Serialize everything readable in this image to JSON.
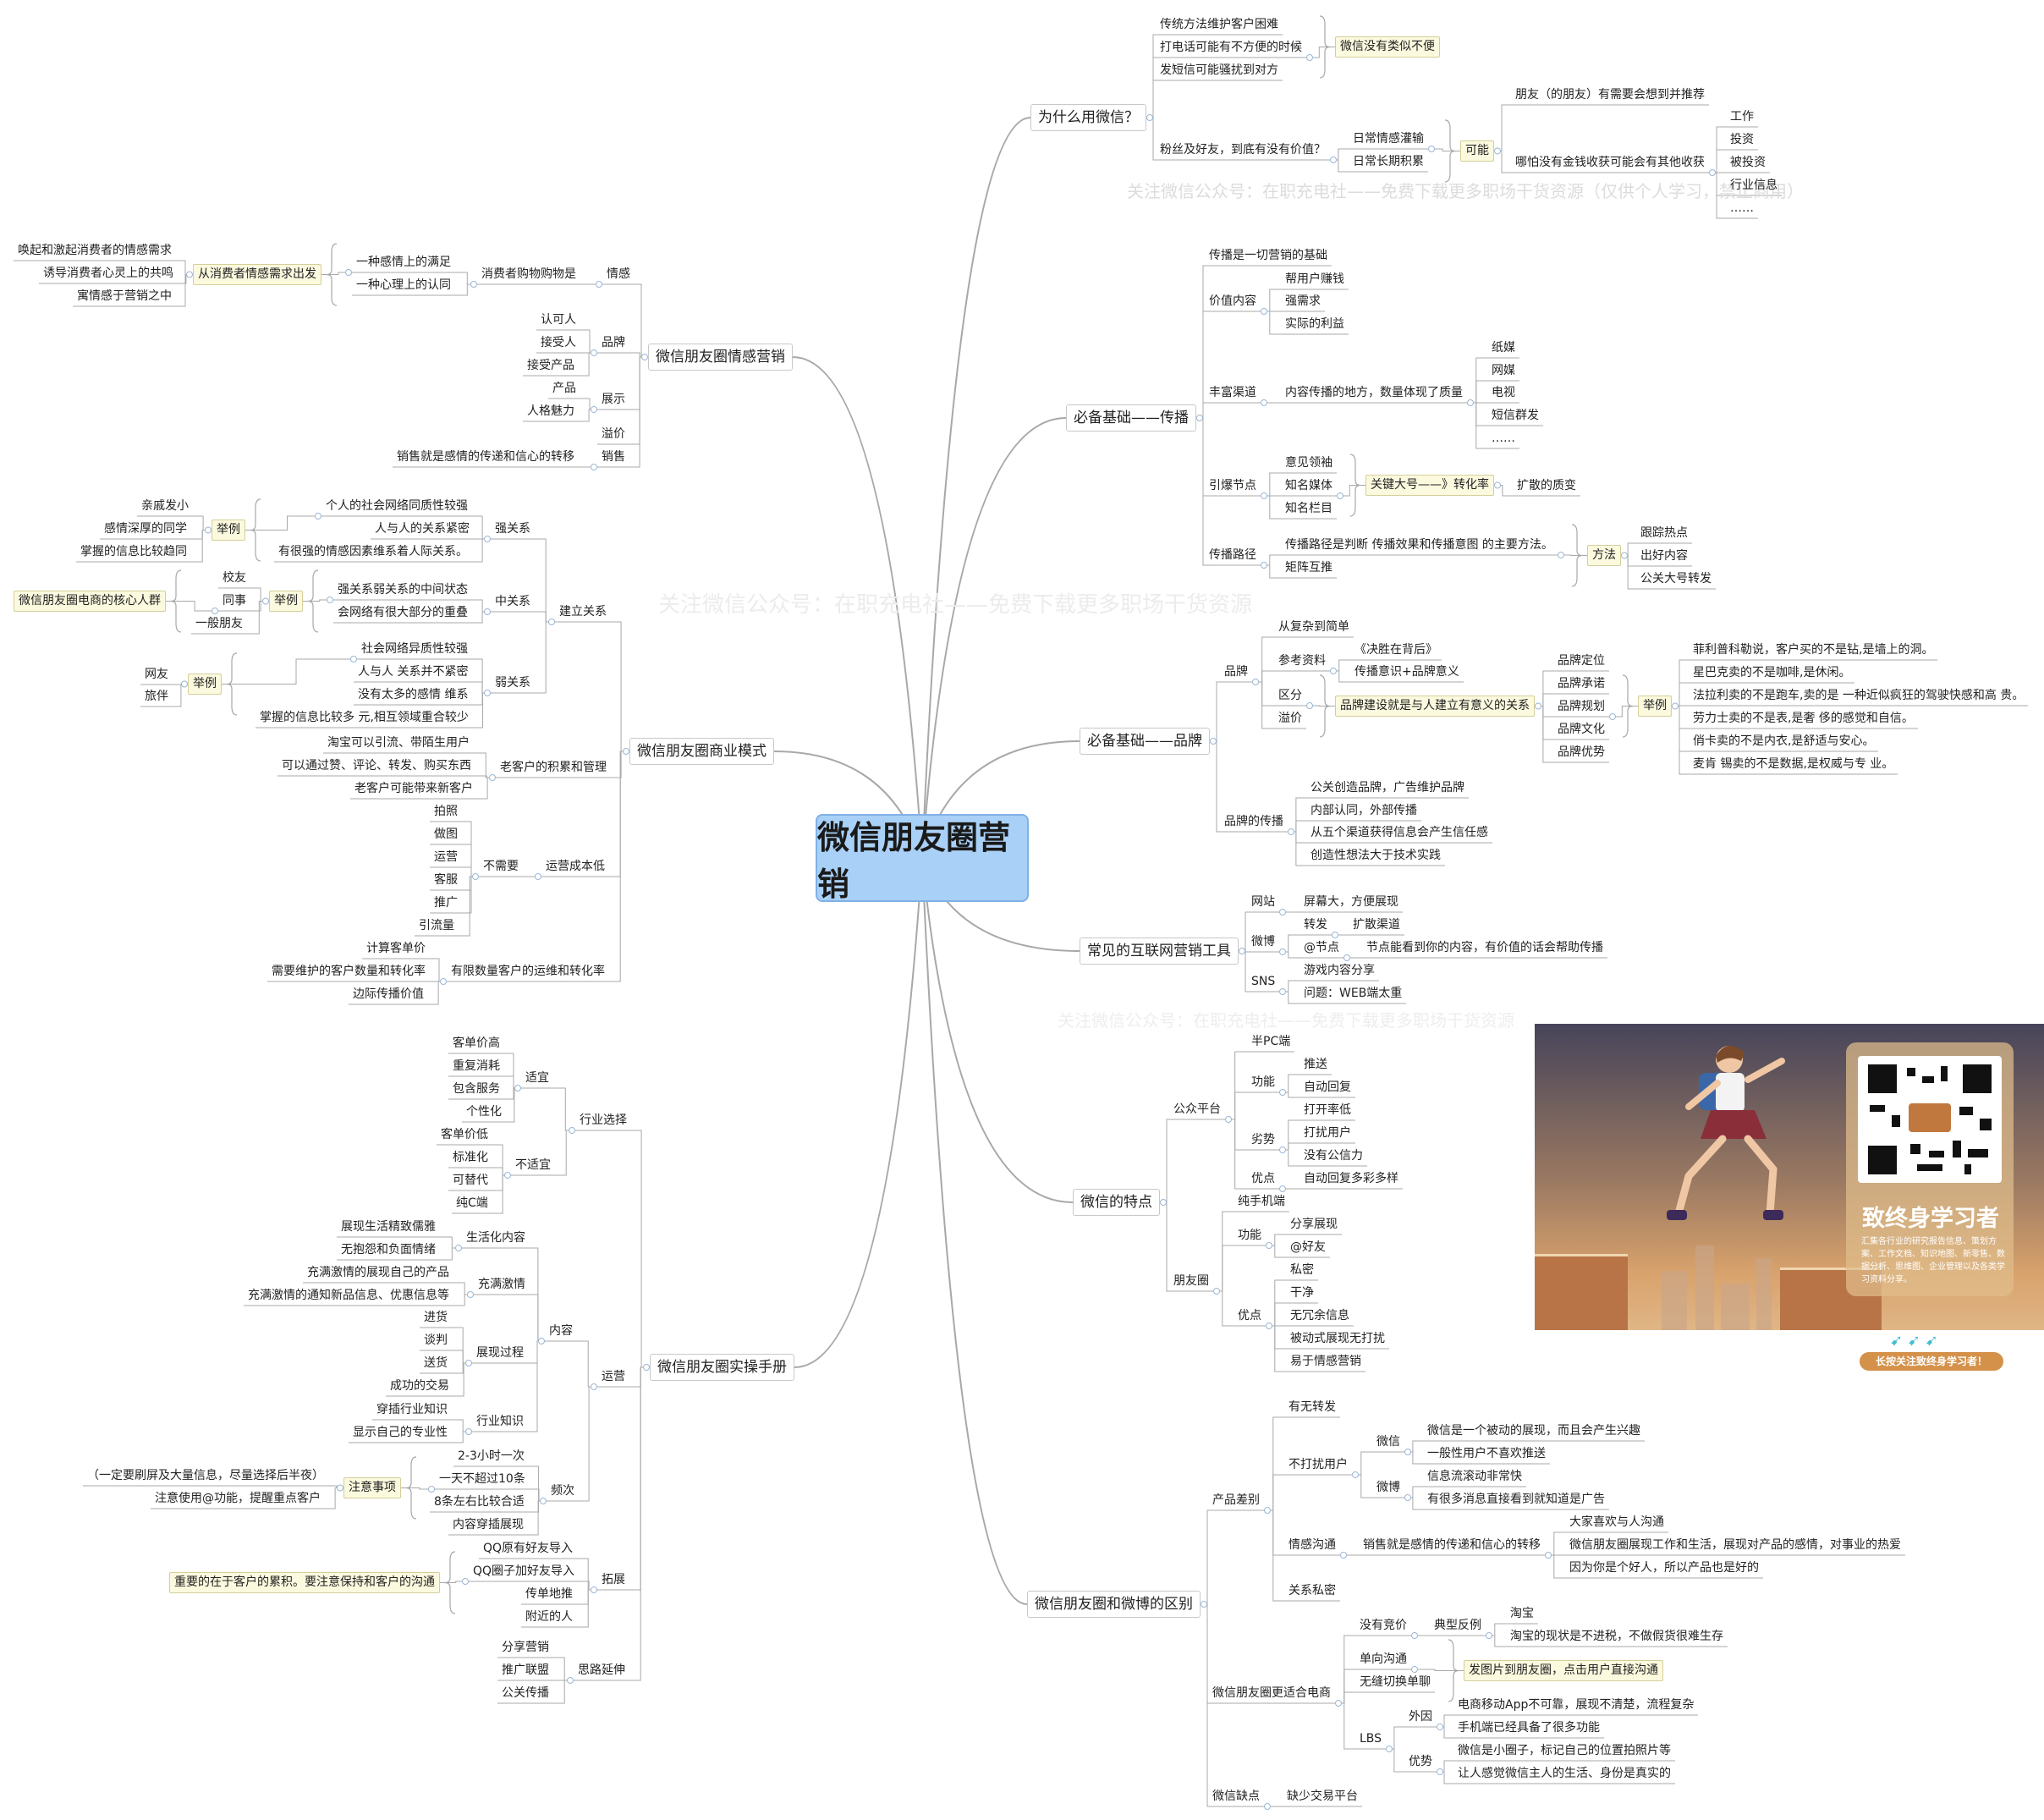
{
  "root": "微信朋友圈营销",
  "watermarks": [
    "关注微信公众号：在职充电社——免费下载更多职场干货资源（仅供个人学习，禁止商用）",
    "关注微信公众号：在职充电社——免费下载更多职场干货资源",
    "关注微信公众号：在职充电社——免费下载更多职场干货资源"
  ],
  "ad": {
    "title": "致终身学习者",
    "description": "汇集各行业的研究报告信息、策划方案、工作文档、知识地图、新零售、数据分析、思维图、企业管理以及各类学习资料分享。",
    "button": "长按关注致终身学习者！"
  },
  "colors": {
    "root_fill": "#a9d0f6",
    "summary_fill": "#fbf9de",
    "line": "#a8a8a8"
  },
  "nodes": [
    {
      "id": "r1",
      "text": "为什么用微信？"
    },
    {
      "id": "r1a",
      "text": "传统方法维护客户困难"
    },
    {
      "id": "r1b",
      "text": "打电话可能有不方便的时候"
    },
    {
      "id": "r1c",
      "text": "发短信可能骚扰到对方"
    },
    {
      "id": "s1",
      "text": "微信没有类似不便"
    },
    {
      "id": "r1d",
      "text": "粉丝及好友，到底有没有价值？"
    },
    {
      "id": "r1d1",
      "text": "日常情感灌输"
    },
    {
      "id": "r1d2",
      "text": "日常长期积累"
    },
    {
      "id": "s2",
      "text": "可能"
    },
    {
      "id": "r1e",
      "text": "朋友（的朋友）有需要会想到并推荐"
    },
    {
      "id": "r1f",
      "text": "哪怕没有金钱收获可能会有其他收获"
    },
    {
      "id": "r1f1",
      "text": "工作"
    },
    {
      "id": "r1f2",
      "text": "投资"
    },
    {
      "id": "r1f3",
      "text": "被投资"
    },
    {
      "id": "r1f4",
      "text": "行业信息"
    },
    {
      "id": "r1f5",
      "text": "……"
    },
    {
      "id": "r2",
      "text": "必备基础——传播"
    },
    {
      "id": "r2a",
      "text": "传播是一切营销的基础"
    },
    {
      "id": "r2b",
      "text": "价值内容"
    },
    {
      "id": "r2b1",
      "text": "帮用户赚钱"
    },
    {
      "id": "r2b2",
      "text": "强需求"
    },
    {
      "id": "r2b3",
      "text": "实际的利益"
    },
    {
      "id": "r2c",
      "text": "丰富渠道"
    },
    {
      "id": "r2c0",
      "text": "内容传播的地方，数量体现了质量"
    },
    {
      "id": "r2c1",
      "text": "纸媒"
    },
    {
      "id": "r2c2",
      "text": "网媒"
    },
    {
      "id": "r2c3",
      "text": "电视"
    },
    {
      "id": "r2c4",
      "text": "短信群发"
    },
    {
      "id": "r2c5",
      "text": "……"
    },
    {
      "id": "r2d",
      "text": "引爆节点"
    },
    {
      "id": "r2d1",
      "text": "意见领袖"
    },
    {
      "id": "r2d2",
      "text": "知名媒体"
    },
    {
      "id": "r2d3",
      "text": "知名栏目"
    },
    {
      "id": "s3",
      "text": "关键大号——》转化率"
    },
    {
      "id": "r2d4",
      "text": "扩散的质变"
    },
    {
      "id": "r2e",
      "text": "传播路径"
    },
    {
      "id": "r2e1",
      "text": "传播路径是判断 传播效果和传播意图 的主要方法。"
    },
    {
      "id": "r2e2",
      "text": "矩阵互推"
    },
    {
      "id": "s4",
      "text": "方法"
    },
    {
      "id": "r2e3",
      "text": "跟踪热点"
    },
    {
      "id": "r2e4",
      "text": "出好内容"
    },
    {
      "id": "r2e5",
      "text": "公关大号转发"
    },
    {
      "id": "r3",
      "text": "必备基础——品牌"
    },
    {
      "id": "r3a",
      "text": "品牌"
    },
    {
      "id": "r3a1",
      "text": "从复杂到简单"
    },
    {
      "id": "r3a2",
      "text": "参考资料"
    },
    {
      "id": "r3a21",
      "text": "《决胜在背后》"
    },
    {
      "id": "r3a22",
      "text": "传播意识+品牌意义"
    },
    {
      "id": "r3a3",
      "text": "区分"
    },
    {
      "id": "r3a4",
      "text": "溢价"
    },
    {
      "id": "s5",
      "text": "品牌建设就是与人建立有意义的关系"
    },
    {
      "id": "r3b1",
      "text": "品牌定位"
    },
    {
      "id": "r3b2",
      "text": "品牌承诺"
    },
    {
      "id": "r3b3",
      "text": "品牌规划"
    },
    {
      "id": "r3b4",
      "text": "品牌文化"
    },
    {
      "id": "r3b5",
      "text": "品牌优势"
    },
    {
      "id": "s6",
      "text": "举例"
    },
    {
      "id": "r3e1",
      "text": "菲利普科勒说，客户买的不是钻,是墙上的洞。"
    },
    {
      "id": "r3e2",
      "text": "星巴克卖的不是咖啡,是休闲。"
    },
    {
      "id": "r3e3",
      "text": "法拉利卖的不是跑车,卖的是 一种近似疯狂的驾驶快感和高 贵。"
    },
    {
      "id": "r3e4",
      "text": "劳力士卖的不是表,是奢 侈的感觉和自信。"
    },
    {
      "id": "r3e5",
      "text": "俏卡卖的不是内衣,是舒适与安心。"
    },
    {
      "id": "r3e6",
      "text": "麦肯 锡卖的不是数据,是权威与专 业。"
    },
    {
      "id": "r3c",
      "text": "品牌的传播"
    },
    {
      "id": "r3c1",
      "text": "公关创造品牌，广告维护品牌"
    },
    {
      "id": "r3c2",
      "text": "内部认同，外部传播"
    },
    {
      "id": "r3c3",
      "text": "从五个渠道获得信息会产生信任感"
    },
    {
      "id": "r3c4",
      "text": "创造性想法大于技术实践"
    },
    {
      "id": "r4",
      "text": "常见的互联网营销工具"
    },
    {
      "id": "r4a",
      "text": "网站"
    },
    {
      "id": "r4a1",
      "text": "屏幕大，方便展现"
    },
    {
      "id": "r4b",
      "text": "微博"
    },
    {
      "id": "r4b1",
      "text": "转发"
    },
    {
      "id": "r4b11",
      "text": "扩散渠道"
    },
    {
      "id": "r4b2",
      "text": "@节点"
    },
    {
      "id": "r4b21",
      "text": "节点能看到你的内容，有价值的话会帮助传播"
    },
    {
      "id": "r4c",
      "text": "SNS"
    },
    {
      "id": "r4c1",
      "text": "游戏内容分享"
    },
    {
      "id": "r4c2",
      "text": "问题：WEB端太重"
    },
    {
      "id": "r5",
      "text": "微信的特点"
    },
    {
      "id": "r5a",
      "text": "公众平台"
    },
    {
      "id": "r5a0",
      "text": "半PC端"
    },
    {
      "id": "r5a1",
      "text": "功能"
    },
    {
      "id": "r5a11",
      "text": "推送"
    },
    {
      "id": "r5a12",
      "text": "自动回复"
    },
    {
      "id": "r5a2",
      "text": "劣势"
    },
    {
      "id": "r5a21",
      "text": "打开率低"
    },
    {
      "id": "r5a22",
      "text": "打扰用户"
    },
    {
      "id": "r5a23",
      "text": "没有公信力"
    },
    {
      "id": "r5a3",
      "text": "优点"
    },
    {
      "id": "r5a31",
      "text": "自动回复多彩多样"
    },
    {
      "id": "r5b",
      "text": "朋友圈"
    },
    {
      "id": "r5b0",
      "text": "纯手机端"
    },
    {
      "id": "r5b1",
      "text": "功能"
    },
    {
      "id": "r5b11",
      "text": "分享展现"
    },
    {
      "id": "r5b12",
      "text": "@好友"
    },
    {
      "id": "r5b2",
      "text": "优点"
    },
    {
      "id": "r5b21",
      "text": "私密"
    },
    {
      "id": "r5b22",
      "text": "干净"
    },
    {
      "id": "r5b23",
      "text": "无冗余信息"
    },
    {
      "id": "r5b24",
      "text": "被动式展现无打扰"
    },
    {
      "id": "r5b25",
      "text": "易于情感营销"
    },
    {
      "id": "r6",
      "text": "微信朋友圈和微博的区别"
    },
    {
      "id": "r6a",
      "text": "产品差别"
    },
    {
      "id": "r6a1",
      "text": "有无转发"
    },
    {
      "id": "r6a2",
      "text": "不打扰用户"
    },
    {
      "id": "r6a21",
      "text": "微信"
    },
    {
      "id": "r6a211",
      "text": "微信是一个被动的展现，而且会产生兴趣"
    },
    {
      "id": "r6a212",
      "text": "一般性用户不喜欢推送"
    },
    {
      "id": "r6a22",
      "text": "微博"
    },
    {
      "id": "r6a221",
      "text": "信息流滚动非常快"
    },
    {
      "id": "r6a222",
      "text": "有很多消息直接看到就知道是广告"
    },
    {
      "id": "r6a3",
      "text": "情感沟通"
    },
    {
      "id": "r6a31",
      "text": "销售就是感情的传递和信心的转移"
    },
    {
      "id": "r6a311",
      "text": "大家喜欢与人沟通"
    },
    {
      "id": "r6a312",
      "text": "微信朋友圈展现工作和生活，展现对产品的感情，对事业的热爱"
    },
    {
      "id": "r6a313",
      "text": "因为你是个好人，所以产品也是好的"
    },
    {
      "id": "r6a4",
      "text": "关系私密"
    },
    {
      "id": "r6b",
      "text": "微信朋友圈更适合电商"
    },
    {
      "id": "r6b1",
      "text": "没有竞价"
    },
    {
      "id": "r6b11",
      "text": "典型反例"
    },
    {
      "id": "r6b111",
      "text": "淘宝"
    },
    {
      "id": "r6b112",
      "text": "淘宝的现状是不进税，不做假货很难生存"
    },
    {
      "id": "r6b2",
      "text": "单向沟通"
    },
    {
      "id": "r6b3",
      "text": "无缝切换单聊"
    },
    {
      "id": "s7",
      "text": "发图片到朋友圈，点击用户直接沟通"
    },
    {
      "id": "r6b4",
      "text": "LBS"
    },
    {
      "id": "r6b41",
      "text": "外因"
    },
    {
      "id": "r6b411",
      "text": "电商移动App不可靠，展现不清楚，流程复杂"
    },
    {
      "id": "r6b412",
      "text": "手机端已经具备了很多功能"
    },
    {
      "id": "r6b42",
      "text": "优势"
    },
    {
      "id": "r6b421",
      "text": "微信是小圈子，标记自己的位置拍照片等"
    },
    {
      "id": "r6b422",
      "text": "让人感觉微信主人的生活、身份是真实的"
    },
    {
      "id": "r6c",
      "text": "微信缺点"
    },
    {
      "id": "r6c1",
      "text": "缺少交易平台"
    },
    {
      "id": "l1",
      "text": "微信朋友圈情感营销"
    },
    {
      "id": "l1a",
      "text": "情感"
    },
    {
      "id": "l1a1",
      "text": "消费者购物购物是"
    },
    {
      "id": "l1a11",
      "text": "一种感情上的满足"
    },
    {
      "id": "l1a12",
      "text": "一种心理上的认同"
    },
    {
      "id": "s8",
      "text": "从消费者情感需求出发"
    },
    {
      "id": "l1a13",
      "text": "唤起和激起消费者的情感需求"
    },
    {
      "id": "l1a14",
      "text": "诱导消费者心灵上的共鸣"
    },
    {
      "id": "l1a15",
      "text": "寓情感于营销之中"
    },
    {
      "id": "l1b",
      "text": "品牌"
    },
    {
      "id": "l1b1",
      "text": "认可人"
    },
    {
      "id": "l1b2",
      "text": "接受人"
    },
    {
      "id": "l1b3",
      "text": "接受产品"
    },
    {
      "id": "l1c",
      "text": "展示"
    },
    {
      "id": "l1c1",
      "text": "产品"
    },
    {
      "id": "l1c2",
      "text": "人格魅力"
    },
    {
      "id": "l1d",
      "text": "溢价"
    },
    {
      "id": "l1e",
      "text": "销售"
    },
    {
      "id": "l1e1",
      "text": "销售就是感情的传递和信心的转移"
    },
    {
      "id": "l2",
      "text": "微信朋友圈商业模式"
    },
    {
      "id": "l2a",
      "text": "建立关系"
    },
    {
      "id": "l2a1",
      "text": "强关系"
    },
    {
      "id": "l2a11",
      "text": "个人的社会网络同质性较强"
    },
    {
      "id": "l2a12",
      "text": "人与人的关系紧密"
    },
    {
      "id": "l2a13",
      "text": "有很强的情感因素维系着人际关系。"
    },
    {
      "id": "s9",
      "text": "举例"
    },
    {
      "id": "l2a14",
      "text": "亲戚发小"
    },
    {
      "id": "l2a15",
      "text": "感情深厚的同学"
    },
    {
      "id": "l2a16",
      "text": "掌握的信息比较趋同"
    },
    {
      "id": "l2a2",
      "text": "中关系"
    },
    {
      "id": "l2a21",
      "text": "强关系弱关系的中间状态"
    },
    {
      "id": "l2a22",
      "text": "会网络有很大部分的重叠"
    },
    {
      "id": "s10",
      "text": "举例"
    },
    {
      "id": "l2a23",
      "text": "校友"
    },
    {
      "id": "l2a24",
      "text": "同事"
    },
    {
      "id": "l2a25",
      "text": "一般朋友"
    },
    {
      "id": "s11",
      "text": "微信朋友圈电商的核心人群"
    },
    {
      "id": "l2a3",
      "text": "弱关系"
    },
    {
      "id": "l2a31",
      "text": "社会网络异质性较强"
    },
    {
      "id": "l2a32",
      "text": "人与人 关系并不紧密"
    },
    {
      "id": "l2a33",
      "text": "没有太多的感情 维系"
    },
    {
      "id": "l2a34",
      "text": "掌握的信息比较多 元,相互领域重合较少"
    },
    {
      "id": "s12",
      "text": "举例"
    },
    {
      "id": "l2a35",
      "text": "网友"
    },
    {
      "id": "l2a36",
      "text": "旅伴"
    },
    {
      "id": "l2b",
      "text": "老客户的积累和管理"
    },
    {
      "id": "l2b1",
      "text": "淘宝可以引流、带陌生用户"
    },
    {
      "id": "l2b2",
      "text": "可以通过赞、评论、转发、购买东西"
    },
    {
      "id": "l2b3",
      "text": "老客户可能带来新客户"
    },
    {
      "id": "l2c",
      "text": "运营成本低"
    },
    {
      "id": "l2c0",
      "text": "不需要"
    },
    {
      "id": "l2c1",
      "text": "拍照"
    },
    {
      "id": "l2c2",
      "text": "做图"
    },
    {
      "id": "l2c3",
      "text": "运营"
    },
    {
      "id": "l2c4",
      "text": "客服"
    },
    {
      "id": "l2c5",
      "text": "推广"
    },
    {
      "id": "l2c6",
      "text": "引流量"
    },
    {
      "id": "l2d",
      "text": "有限数量客户的运维和转化率"
    },
    {
      "id": "l2d1",
      "text": "计算客单价"
    },
    {
      "id": "l2d2",
      "text": "需要维护的客户数量和转化率"
    },
    {
      "id": "l2d3",
      "text": "边际传播价值"
    },
    {
      "id": "l3",
      "text": "微信朋友圈实操手册"
    },
    {
      "id": "l3a",
      "text": "行业选择"
    },
    {
      "id": "l3a1",
      "text": "适宜"
    },
    {
      "id": "l3a11",
      "text": "客单价高"
    },
    {
      "id": "l3a12",
      "text": "重复消耗"
    },
    {
      "id": "l3a13",
      "text": "包含服务"
    },
    {
      "id": "l3a14",
      "text": "个性化"
    },
    {
      "id": "l3a2",
      "text": "不适宜"
    },
    {
      "id": "l3a21",
      "text": "客单价低"
    },
    {
      "id": "l3a22",
      "text": "标准化"
    },
    {
      "id": "l3a23",
      "text": "可替代"
    },
    {
      "id": "l3a24",
      "text": "纯C端"
    },
    {
      "id": "l3b",
      "text": "运营"
    },
    {
      "id": "l3b1",
      "text": "内容"
    },
    {
      "id": "l3b11",
      "text": "生活化内容"
    },
    {
      "id": "l3b111",
      "text": "展现生活精致儒雅"
    },
    {
      "id": "l3b112",
      "text": "无抱怨和负面情绪"
    },
    {
      "id": "l3b12",
      "text": "充满激情"
    },
    {
      "id": "l3b121",
      "text": "充满激情的展现自己的产品"
    },
    {
      "id": "l3b122",
      "text": "充满激情的通知新品信息、优惠信息等"
    },
    {
      "id": "l3b13",
      "text": "展现过程"
    },
    {
      "id": "l3b131",
      "text": "进货"
    },
    {
      "id": "l3b132",
      "text": "谈判"
    },
    {
      "id": "l3b133",
      "text": "送货"
    },
    {
      "id": "l3b134",
      "text": "成功的交易"
    },
    {
      "id": "l3b14",
      "text": "行业知识"
    },
    {
      "id": "l3b141",
      "text": "穿插行业知识"
    },
    {
      "id": "l3b142",
      "text": "显示自己的专业性"
    },
    {
      "id": "l3b2",
      "text": "频次"
    },
    {
      "id": "l3b21",
      "text": "2-3小时一次"
    },
    {
      "id": "l3b22",
      "text": "一天不超过10条"
    },
    {
      "id": "l3b23",
      "text": "8条左右比较合适"
    },
    {
      "id": "l3b24",
      "text": "内容穿插展现"
    },
    {
      "id": "s13",
      "text": "注意事项"
    },
    {
      "id": "l3b25",
      "text": "（一定要刷屏及大量信息，尽量选择后半夜）"
    },
    {
      "id": "l3b26",
      "text": "注意使用@功能，提醒重点客户"
    },
    {
      "id": "l3c",
      "text": "拓展"
    },
    {
      "id": "l3c1",
      "text": "QQ原有好友导入"
    },
    {
      "id": "l3c2",
      "text": "QQ圈子加好友导入"
    },
    {
      "id": "l3c3",
      "text": "传单地推"
    },
    {
      "id": "l3c4",
      "text": "附近的人"
    },
    {
      "id": "s14",
      "text": "重要的在于客户的累积。要注意保持和客户的沟通"
    },
    {
      "id": "l3d",
      "text": "思路延伸"
    },
    {
      "id": "l3d1",
      "text": "分享营销"
    },
    {
      "id": "l3d2",
      "text": "推广联盟"
    },
    {
      "id": "l3d3",
      "text": "公关传播"
    }
  ]
}
